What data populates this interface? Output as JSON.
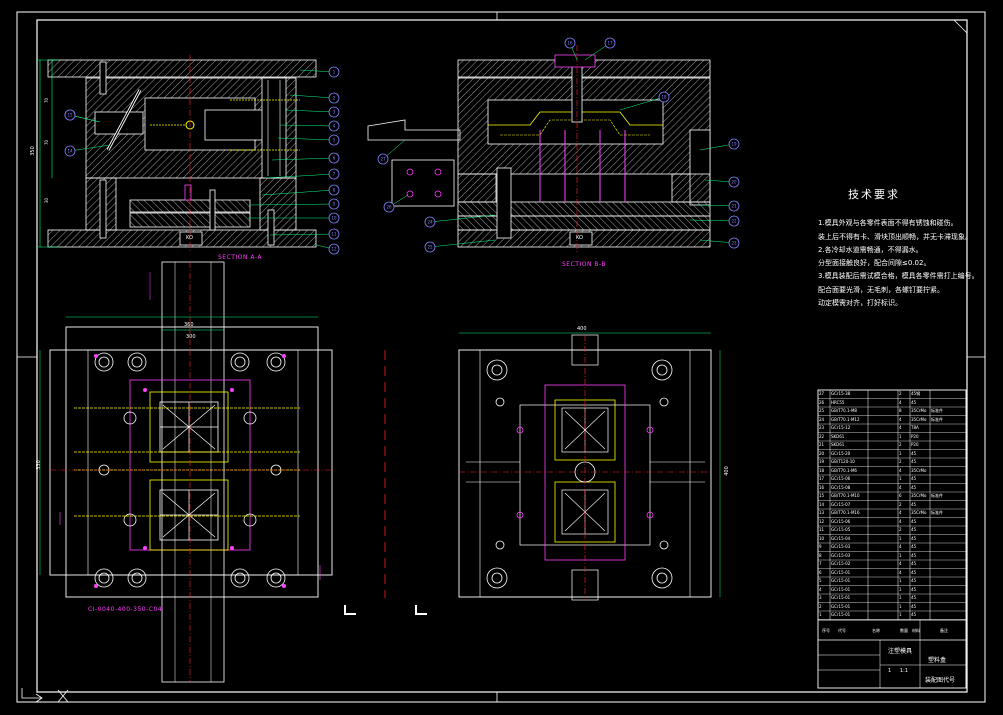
{
  "sections": {
    "a": "SECTION A-A",
    "b": "SECTION B-B"
  },
  "mold_code": "CI-0040-400-350-C04",
  "dims": {
    "sec_a_height": "350",
    "sec_a_h1": "70",
    "sec_a_h2": "70",
    "sec_a_h3": "30",
    "plan_left_width": "360",
    "plan_left_width2": "300",
    "plan_left_height": "330",
    "plan_right_width": "400",
    "plan_right_height": "400",
    "ko_left": "KO",
    "ko_right": "KO"
  },
  "tech_req": {
    "title": "技术要求",
    "lines": [
      "1.模具外观与各零件表面不得有锈蚀和碰伤。",
      "装上后不得有卡、滑块顶出顺畅，并无卡滞现象。",
      "2.各冷却水道需畅通，不得漏水。",
      "分型面接触良好，配合间隙≤0.02。",
      "3.模具装配后需试模合格，模具各零件需打上编号。",
      "配合面要光滑，无毛刺，各螺钉要拧紧。",
      "动定模需对齐，打好标识。"
    ]
  },
  "bom_rows": [
    [
      "27",
      "GCr15-38",
      "",
      "2",
      "45钢",
      ""
    ],
    [
      "26",
      "HRC55",
      "",
      "4",
      "45",
      ""
    ],
    [
      "25",
      "GB/T70.1-M8",
      "",
      "8",
      "35CrMo",
      "标准件"
    ],
    [
      "24",
      "GB/T70.1-M12",
      "",
      "4",
      "35CrMo",
      "标准件"
    ],
    [
      "23",
      "GCr15-12",
      "",
      "4",
      "T8A",
      ""
    ],
    [
      "22",
      "SKD61",
      "",
      "1",
      "P20",
      ""
    ],
    [
      "21",
      "SKD61",
      "",
      "2",
      "P20",
      ""
    ],
    [
      "20",
      "GCr15-20",
      "",
      "1",
      "45",
      ""
    ],
    [
      "19",
      "GB/T120-10",
      "",
      "2",
      "45",
      ""
    ],
    [
      "18",
      "GB/T70.1-M6",
      "",
      "4",
      "35CrMo",
      ""
    ],
    [
      "17",
      "GCr15-06",
      "",
      "1",
      "45",
      ""
    ],
    [
      "16",
      "GCr15-08",
      "",
      "4",
      "45",
      ""
    ],
    [
      "15",
      "GB/T70.1-M10",
      "",
      "6",
      "35CrMo",
      "标准件"
    ],
    [
      "14",
      "GCr15-07",
      "",
      "2",
      "45",
      ""
    ],
    [
      "13",
      "GB/T70.1-M16",
      "",
      "4",
      "35CrMo",
      "标准件"
    ],
    [
      "12",
      "GCr15-06",
      "",
      "4",
      "45",
      ""
    ],
    [
      "11",
      "GCr15-05",
      "",
      "2",
      "45",
      ""
    ],
    [
      "10",
      "GCr15-04",
      "",
      "1",
      "45",
      ""
    ],
    [
      "9",
      "GCr15-03",
      "",
      "4",
      "45",
      ""
    ],
    [
      "8",
      "GCr15-03",
      "",
      "1",
      "45",
      ""
    ],
    [
      "7",
      "GCr15-02",
      "",
      "4",
      "45",
      ""
    ],
    [
      "6",
      "GCr15-01",
      "",
      "4",
      "45",
      ""
    ],
    [
      "5",
      "GCr15-01",
      "",
      "1",
      "45",
      ""
    ],
    [
      "4",
      "GCr15-01",
      "",
      "1",
      "45",
      ""
    ],
    [
      "3",
      "GCr15-01",
      "",
      "1",
      "45",
      ""
    ],
    [
      "2",
      "GCr15-01",
      "",
      "1",
      "45",
      ""
    ],
    [
      "1",
      "GCr15-01",
      "",
      "1",
      "45",
      ""
    ]
  ],
  "title_block": {
    "name": "注塑模具",
    "part": "塑料盒",
    "drawing_no": "装配图代号",
    "scale": "1:1",
    "sheet": "1",
    "header_cols": [
      "序号",
      "代号",
      "名称",
      "数量",
      "材料",
      "备注"
    ]
  },
  "colors": {
    "background": "#000000",
    "frame": "#ffffff",
    "hatch": "#ffffff",
    "centerline": "#ff2020",
    "cooling": "#ffff00",
    "ejector": "#00ffff",
    "balloon": "#8080ff",
    "accent": "#ff40ff",
    "leader": "#00ff80"
  },
  "balloons_a": [
    "1",
    "2",
    "3",
    "4",
    "5",
    "6",
    "7",
    "8",
    "9",
    "10",
    "11",
    "12",
    "13",
    "14",
    "15"
  ],
  "balloons_b": [
    "16",
    "17",
    "18",
    "19",
    "20",
    "21",
    "22",
    "23",
    "24",
    "25",
    "26",
    "27"
  ]
}
